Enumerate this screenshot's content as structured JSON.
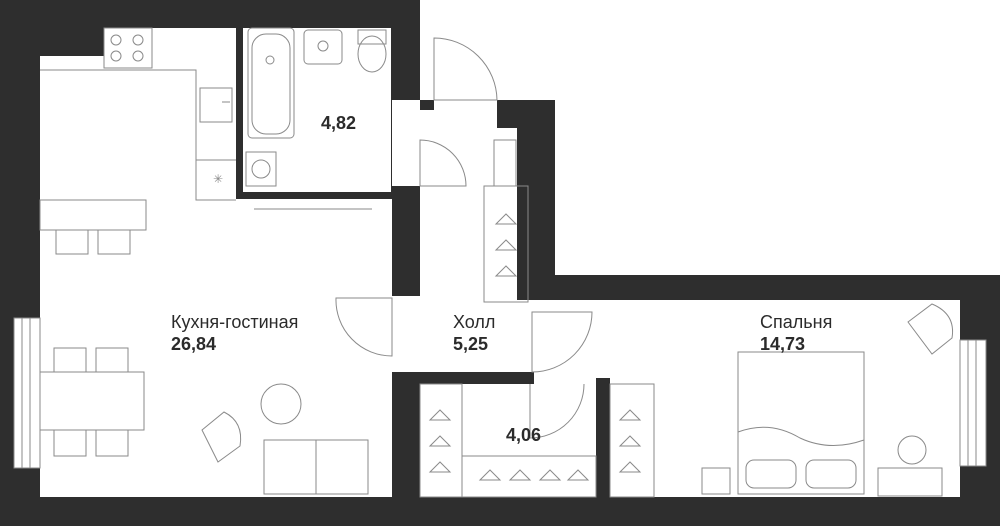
{
  "rooms": {
    "bath": {
      "area": "4,82"
    },
    "living": {
      "name": "Кухня-гостиная",
      "area": "26,84"
    },
    "hall": {
      "name": "Холл",
      "area": "5,25"
    },
    "storage": {
      "area": "4,06"
    },
    "bedroom": {
      "name": "Спальня",
      "area": "14,73"
    }
  },
  "colors": {
    "wall": "#2e2e2e",
    "furniture_stroke": "#8a8a8a",
    "floor": "#ffffff",
    "text": "#2b2b2b"
  },
  "icons": [
    "stove-icon",
    "sink-icon",
    "bathtub-icon",
    "washing-machine-icon",
    "toilet-icon",
    "chair-icon",
    "sofa-icon",
    "bed-icon",
    "hanger-icon",
    "armchair-icon",
    "window-icon"
  ]
}
